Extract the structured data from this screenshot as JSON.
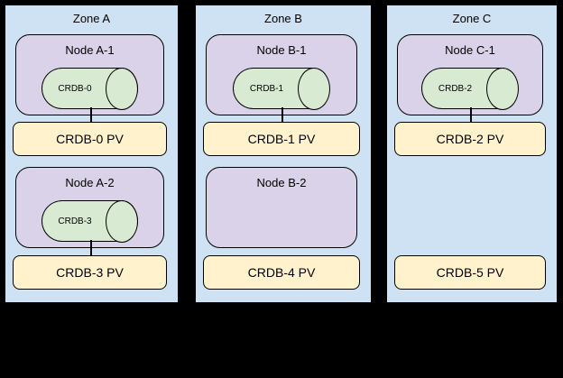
{
  "colors": {
    "background": "#000000",
    "zone_fill": "#cfe2f3",
    "node_fill": "#d9d2e9",
    "pod_fill": "#d9ead3",
    "pv_fill": "#fff2cc",
    "border": "#000000",
    "text": "#000000"
  },
  "zones": [
    {
      "label": "Zone A",
      "nodes": [
        {
          "label": "Node A-1",
          "pod": "CRDB-0"
        },
        {
          "label": "Node A-2",
          "pod": "CRDB-3"
        }
      ],
      "pvs": [
        "CRDB-0 PV",
        "CRDB-3 PV"
      ]
    },
    {
      "label": "Zone B",
      "nodes": [
        {
          "label": "Node B-1",
          "pod": "CRDB-1"
        },
        {
          "label": "Node B-2"
        }
      ],
      "pvs": [
        "CRDB-1 PV",
        "CRDB-4 PV"
      ]
    },
    {
      "label": "Zone C",
      "nodes": [
        {
          "label": "Node C-1",
          "pod": "CRDB-2"
        }
      ],
      "pvs": [
        "CRDB-2 PV",
        "CRDB-5 PV"
      ]
    }
  ]
}
